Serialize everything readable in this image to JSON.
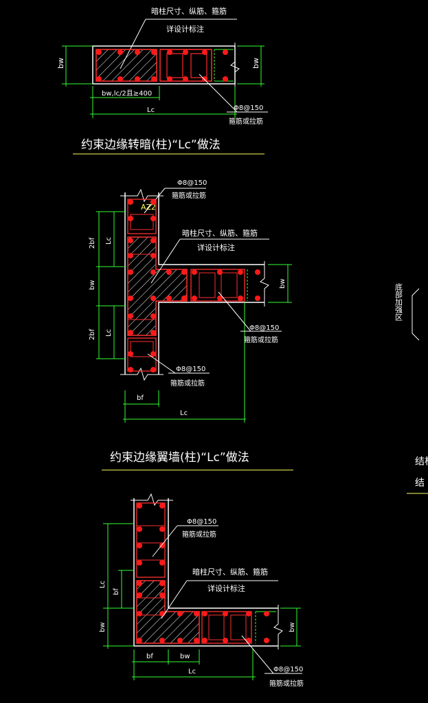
{
  "drawing": {
    "detail_1": {
      "title": "约束边缘转暗(柱)“Lc”做法",
      "callout_top_1": "暗柱尺寸、纵筋、箍筋",
      "callout_top_2": "详设计标注",
      "dim_bw_left": "bw",
      "dim_bw_right": "bw",
      "dim_sub": "bw,lc/2且≥400",
      "dim_lc": "Lc",
      "stirrup": "Φ8@150",
      "stirrup_note": "箍筋或拉筋"
    },
    "detail_2": {
      "title": "约束边缘翼墙(柱)“Lc”做法",
      "stirrup_top": "Φ8@150",
      "stirrup_top_note": "箍筋或拉筋",
      "tag": "AZ2",
      "callout_1": "暗柱尺寸、纵筋、箍筋",
      "callout_2": "详设计标注",
      "dim_2bf_top": "2bf",
      "dim_lc_top": "Lc",
      "dim_bw": "bw",
      "dim_2bf_bot": "2bf",
      "dim_lc_bot": "Lc",
      "dim_bw_right": "bw",
      "stirrup_mid": "Φ8@150",
      "stirrup_mid_note": "箍筋或拉筋",
      "stirrup_bot": "Φ8@150",
      "stirrup_bot_note": "箍筋或拉筋",
      "dim_bf": "bf",
      "dim_lc": "Lc"
    },
    "detail_3": {
      "stirrup_top": "Φ8@150",
      "stirrup_top_note": "箍筋或拉筋",
      "callout_1": "暗柱尺寸、纵筋、箍筋",
      "callout_2": "详设计标注",
      "dim_lc": "Lc",
      "dim_bf": "bf",
      "dim_bw": "bw",
      "dim_bw_right": "bw",
      "stirrup_bot": "Φ8@150",
      "stirrup_bot_note": "箍筋或拉筋",
      "dim_bf_bottom": "bf",
      "dim_bw_bottom": "bw",
      "dim_lc_bottom": "Lc"
    },
    "side_text": {
      "vertical": "底部加强区",
      "jie_1": "结构",
      "jie_2": "结"
    },
    "colors": {
      "background": "#000000",
      "concrete": "#ffffff",
      "rebar_dot": "#ff1a1a",
      "stirrup": "#ff3030",
      "dimension": "#33ff33",
      "leader": "#ffffff",
      "title_underline": "#ffff66"
    }
  }
}
